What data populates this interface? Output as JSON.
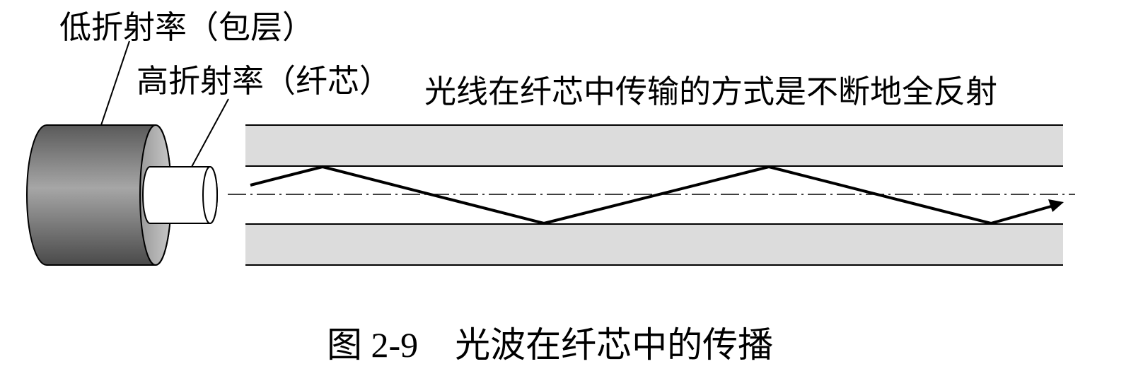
{
  "labels": {
    "cladding": "低折射率（包层）",
    "core": "高折射率（纤芯）",
    "description": "光线在纤芯中传输的方式是不断地全反射"
  },
  "caption": {
    "number": "图 2-9",
    "title": "光波在纤芯中的传播"
  },
  "colors": {
    "cladding_band": "#dcdcdc",
    "line": "#000000",
    "cylinder_dark": "#555555",
    "cylinder_light": "#a0a0a0",
    "core_fill": "#ffffff"
  },
  "icons": {
    "fiber_end": "fiber-cross-section-icon",
    "ray_arrow": "arrowhead-icon"
  }
}
